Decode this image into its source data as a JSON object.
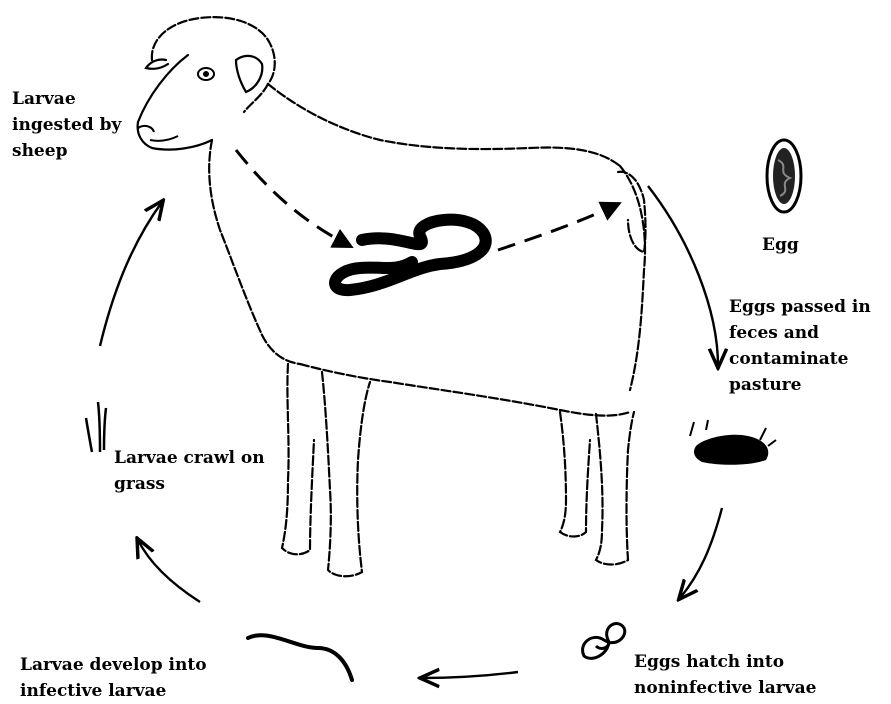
{
  "labels": {
    "ingested": [
      "Larvae",
      "ingested by",
      "sheep"
    ],
    "egg": [
      "Egg"
    ],
    "passed": [
      "Eggs passed in",
      "feces and",
      "contaminate",
      "pasture"
    ],
    "hatch": [
      "Eggs hatch into",
      "noninfective larvae"
    ],
    "develop": [
      "Larvae develop into",
      "infective larvae"
    ],
    "crawl": [
      "Larvae crawl on",
      "grass"
    ]
  }
}
